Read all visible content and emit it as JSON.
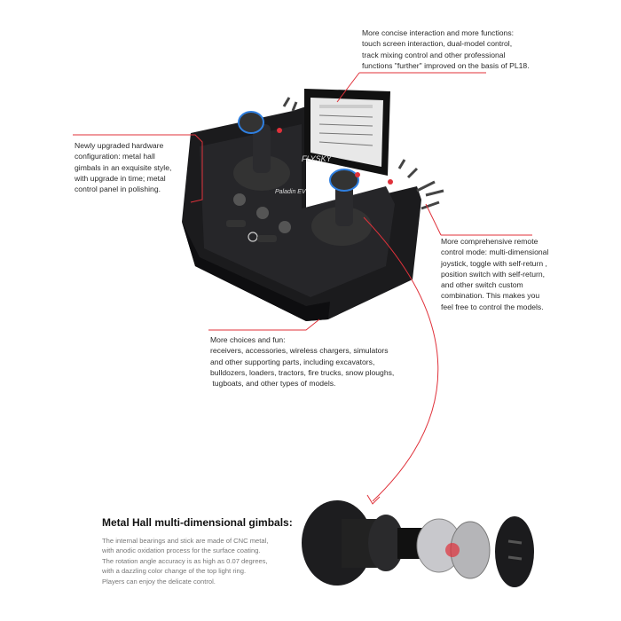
{
  "product": {
    "brand_logo": "FLYSKY",
    "model_label": "Paladin EV"
  },
  "annotations": {
    "screen": "More concise interaction and more functions:\ntouch screen interaction, dual-model control,\ntrack mixing control and other professional\nfunctions \"further\" improved on the basis of PL18.",
    "hardware": "Newly upgraded hardware\nconfiguration: metal hall\ngimbals in an exquisite style,\nwith upgrade in time; metal\ncontrol panel in polishing.",
    "control_mode": "More comprehensive remote\ncontrol mode: multi-dimensional\njoystick, toggle with self-return ,\nposition switch with self-return,\nand other switch custom\ncombination. This makes you\nfeel free to control the models.",
    "choices": "More choices and fun:\nreceivers, accessories, wireless chargers, simulators\nand other supporting parts, including excavators,\nbulldozers, loaders, tractors, fire trucks, snow ploughs,\n tugboats, and other types of models."
  },
  "gimbal": {
    "title": "Metal Hall multi-dimensional gimbals:",
    "description": "The internal bearings and stick are made of CNC metal,\nwith anodic oxidation process for the surface coating.\nThe rotation angle accuracy is as high as 0.07 degrees,\nwith a dazzling color change of the top light ring.\nPlayers can enjoy the delicate control."
  },
  "colors": {
    "accent": "#e0313a",
    "body": "#1b1b1d",
    "ring": "#2f7fe0"
  }
}
